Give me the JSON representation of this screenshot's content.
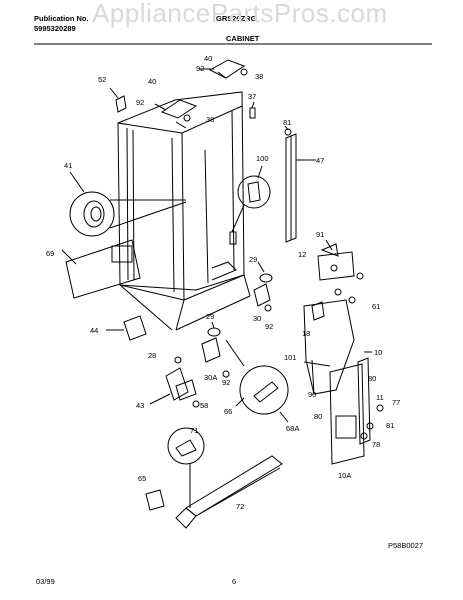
{
  "header": {
    "publication_label": "Publication No.",
    "publication_number": "5995320289",
    "model": "GRS26ZRG",
    "section_title": "CABINET",
    "watermark": "AppliancePartsPros.com"
  },
  "footer": {
    "date": "03/99",
    "page": "6",
    "diagram_code": "P58B0027"
  },
  "part_labels": [
    "40",
    "92",
    "38",
    "52",
    "40",
    "92",
    "37",
    "38",
    "81",
    "41",
    "100",
    "47",
    "69",
    "29",
    "91",
    "12",
    "29",
    "30",
    "92",
    "61",
    "44",
    "18",
    "28",
    "30A",
    "92",
    "101",
    "10",
    "43",
    "58",
    "66",
    "68A",
    "90",
    "80",
    "11",
    "77",
    "80",
    "81",
    "78",
    "71",
    "65",
    "72",
    "10A"
  ]
}
